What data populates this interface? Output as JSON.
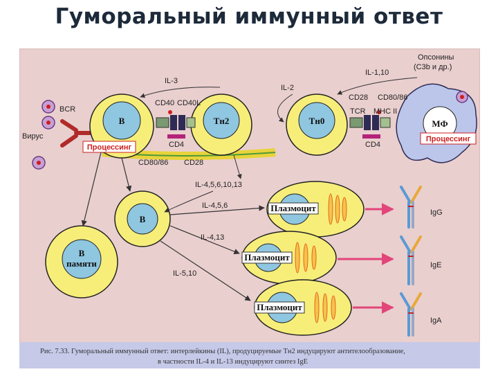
{
  "title": "Гуморальный иммунный ответ",
  "labels": {
    "bcr": "BCR",
    "virus": "Вирус",
    "processing_b": "Процессинг",
    "processing_mf": "Процессинг",
    "il3": "IL-3",
    "il2": "IL-2",
    "il1": "IL-1,10",
    "opsonins1": "Опсонины",
    "opsonins2": "(C3b и др.)",
    "cd40": "CD40",
    "cd40l": "CD40L",
    "cd4_left": "CD4",
    "cd4_right": "CD4",
    "cd80_left": "CD80/86",
    "cd28_left": "CD28",
    "cd28_right": "CD28",
    "cd80_right": "CD80/86",
    "tcr": "TCR",
    "mhc": "MHC II",
    "il_main": "IL-4,5,6,10,13",
    "il456": "IL-4,5,6",
    "il413": "IL-4,13",
    "il510": "IL-5,10"
  },
  "cells": {
    "b": "B",
    "th2": "Тн2",
    "th0": "Тн0",
    "mf": "МФ",
    "b2": "B",
    "bmem1": "B",
    "bmem2": "памяти",
    "plasma1": "Плазмоцит",
    "plasma2": "Плазмоцит",
    "plasma3": "Плазмоцит"
  },
  "antibodies": {
    "igg": "IgG",
    "ige": "IgE",
    "iga": "IgA"
  },
  "caption": {
    "line1": "Рис. 7.33. Гуморальный иммунный ответ: интерлейкины (IL), продуцируемые Тн2 индуцируют антителообразование,",
    "line2": "в частности IL-4 и IL-13 индуцируют синтез IgE"
  },
  "colors": {
    "cell_fill": "#f7ee7a",
    "nucleus_fill": "#8fc6e0",
    "figure_bg": "#e9cfce",
    "caption_bg": "#c6c9e8",
    "mf_fill": "#bcc6ea",
    "arrow_pink": "#e2457a",
    "accent_red": "#cc1f1f"
  }
}
